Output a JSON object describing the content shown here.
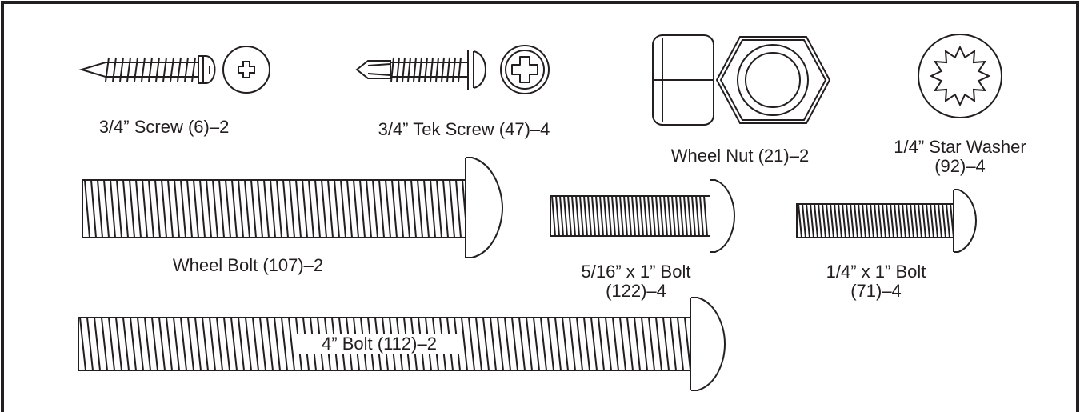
{
  "colors": {
    "ink": "#231f20",
    "paper": "#ffffff"
  },
  "parts": [
    {
      "id": "screw-34",
      "label": "3/4” Screw (6)–2",
      "icon": "phillips-pan-head-screw-icon"
    },
    {
      "id": "tek-screw-34",
      "label": "3/4” Tek Screw (47)–4",
      "icon": "phillips-tek-screw-icon"
    },
    {
      "id": "wheel-nut",
      "label": "Wheel Nut (21)–2",
      "icon": "hex-nut-icon"
    },
    {
      "id": "star-washer",
      "label_line1": "1/4” Star Washer",
      "label_line2": "(92)–4",
      "icon": "star-washer-icon"
    },
    {
      "id": "wheel-bolt",
      "label": "Wheel Bolt (107)–2",
      "icon": "button-head-bolt-icon"
    },
    {
      "id": "bolt-516",
      "label_line1": "5/16” x 1” Bolt",
      "label_line2": "(122)–4",
      "icon": "button-head-bolt-icon"
    },
    {
      "id": "bolt-14",
      "label_line1": "1/4” x 1” Bolt",
      "label_line2": "(71)–4",
      "icon": "button-head-bolt-icon"
    },
    {
      "id": "bolt-4",
      "label": "4” Bolt (112)–2",
      "icon": "button-head-bolt-icon"
    }
  ]
}
